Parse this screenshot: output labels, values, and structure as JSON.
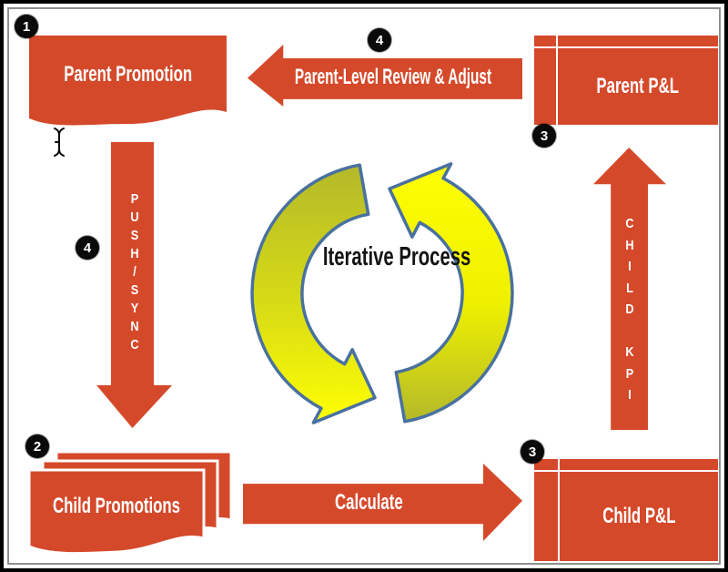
{
  "diagram_type": "process-cycle",
  "center": {
    "label": "Iterative Process"
  },
  "nodes": {
    "parent_promotion": {
      "label": "Parent Promotion",
      "badge": "1",
      "shape": "document"
    },
    "parent_pl": {
      "label": "Parent P&L",
      "badge": "3",
      "shape": "table"
    },
    "child_promotions": {
      "label": "Child Promotions",
      "badge": "2",
      "shape": "stacked-documents"
    },
    "child_pl": {
      "label": "Child P&L",
      "badge": "3",
      "shape": "table"
    }
  },
  "arrows": {
    "review_adjust": {
      "label": "Parent-Level Review & Adjust",
      "badge": "4",
      "direction": "left"
    },
    "push_sync": {
      "label": "PUSH/SYNC",
      "stack": "P\nU\nS\nH\n/\nS\nY\nN\nC",
      "badge": "4",
      "direction": "down"
    },
    "calculate": {
      "label": "Calculate",
      "direction": "right"
    },
    "child_kpi": {
      "label": "CHILD KPI",
      "stack": "C\nH\nI\nL\nD\n\nK\nP\nI",
      "direction": "up"
    }
  },
  "colors": {
    "shape_orange": "#d5492b",
    "badge_black": "#0a0a0a",
    "cycle_yellow_bright": "#ffff00",
    "cycle_yellow_olive": "#b4b92a",
    "cycle_outline_blue": "#49719f",
    "label_white": "#ffffff",
    "title_black": "#141414",
    "frame_gray": "#8f8f8f"
  }
}
